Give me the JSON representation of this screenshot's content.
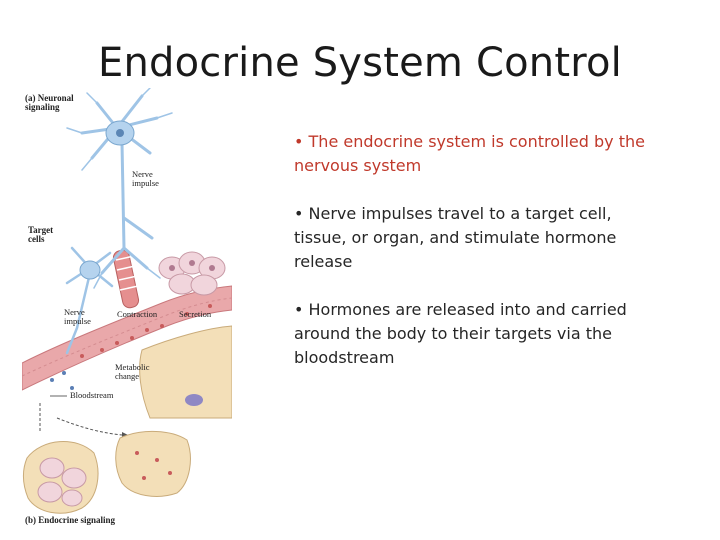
{
  "slide": {
    "title": "Endocrine System Control"
  },
  "figure": {
    "labels": {
      "a": "(a) Neuronal\nsignaling",
      "nerve_impulse_top": "Nerve\nimpulse",
      "target_cells": "Target\ncells",
      "nerve_impulse_left": "Nerve\nimpulse",
      "contraction": "Contraction",
      "secretion": "Secretion",
      "metabolic_change": "Metabolic\nchange",
      "bloodstream": "Bloodstream",
      "b": "(b) Endocrine signaling"
    }
  },
  "bullets": [
    {
      "text": "• The endocrine system is controlled by the nervous system"
    },
    {
      "text": "• Nerve impulses travel to a target cell, tissue, or organ, and stimulate hormone release"
    },
    {
      "text": "• Hormones are released into and carried around the body to their targets via the bloodstream"
    }
  ],
  "colors": {
    "accent_text": "#c0392b",
    "neuron": "#9fc4e6",
    "vessel": "#e9a8aa",
    "cells": "#f3dfb8",
    "muscle": "#e58f8f"
  }
}
